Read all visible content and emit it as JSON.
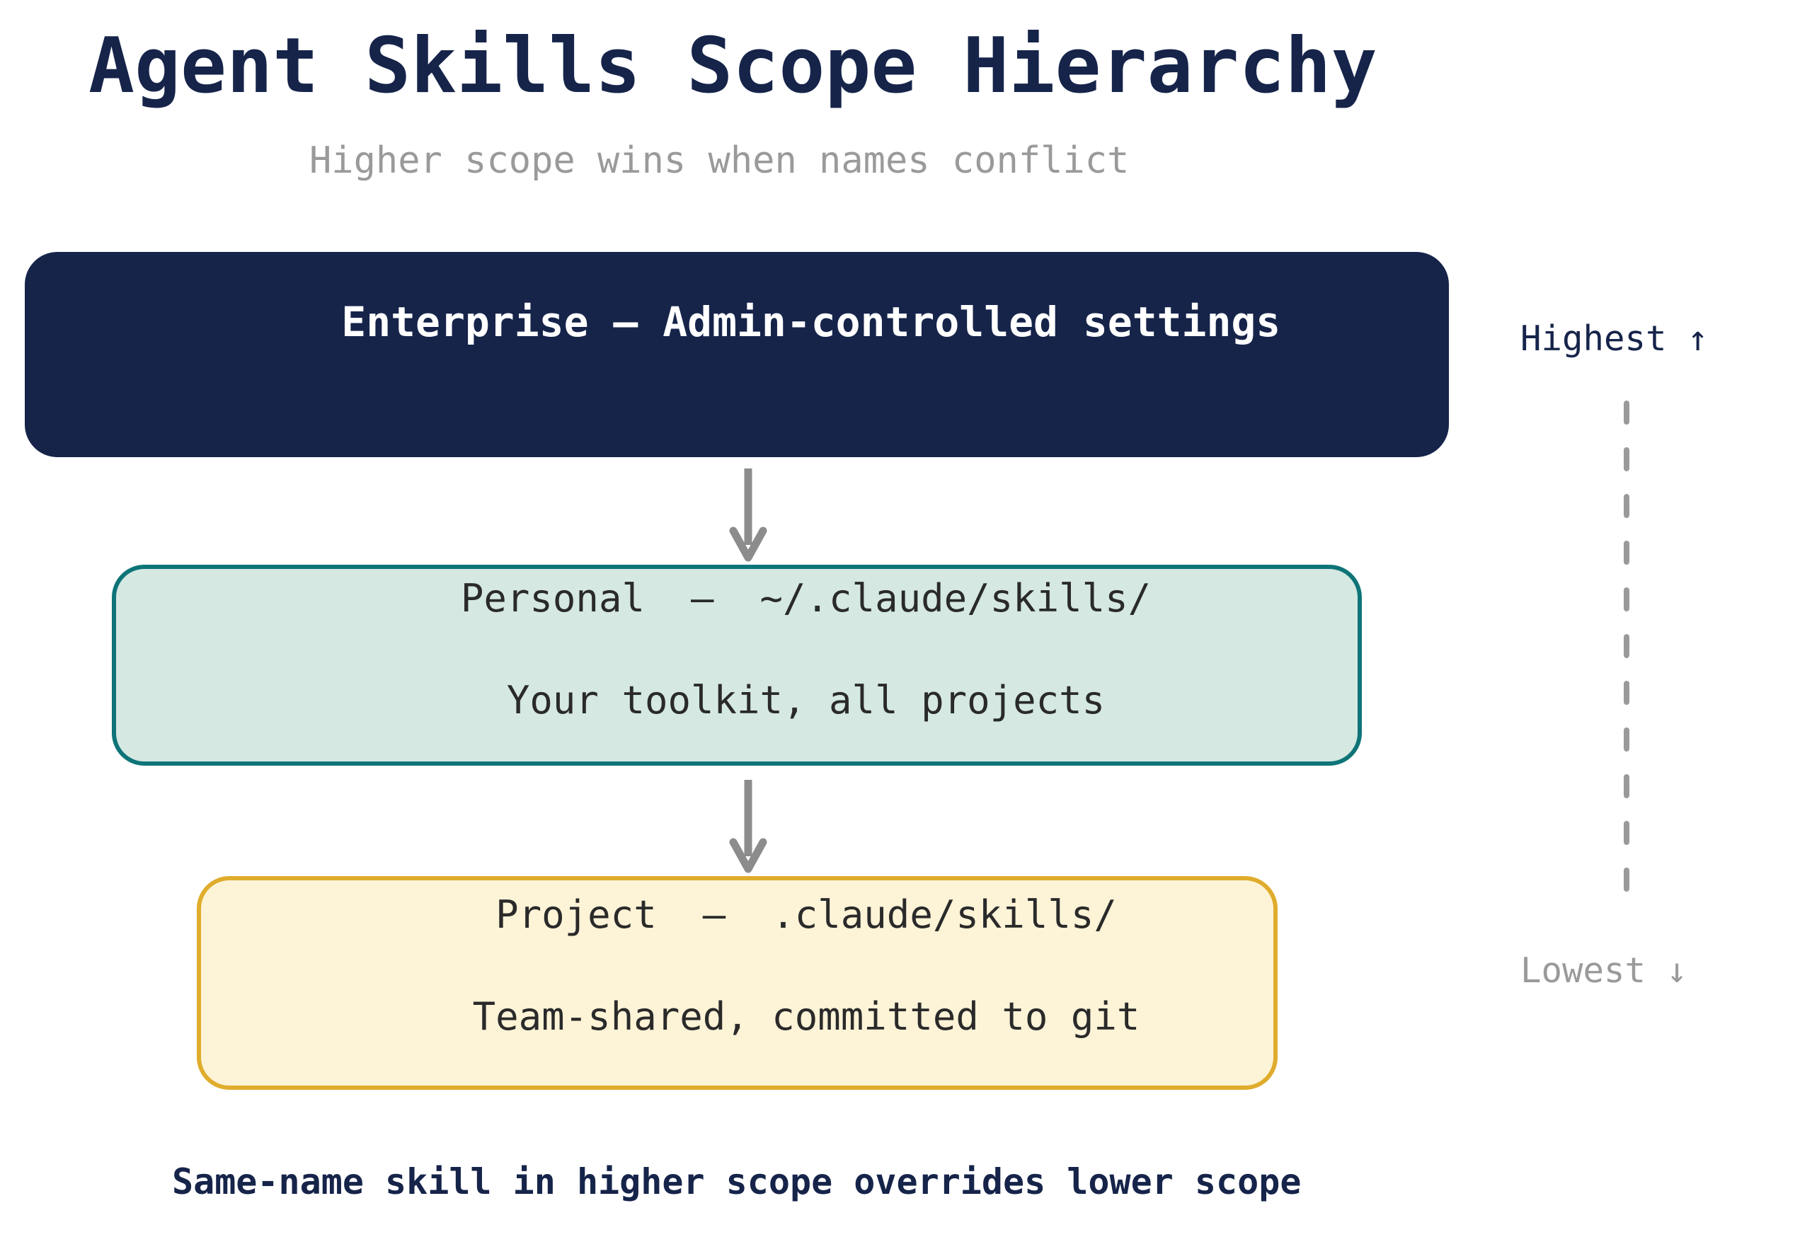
{
  "header": {
    "title": "Agent Skills Scope Hierarchy",
    "subtitle": "Higher scope wins when names conflict"
  },
  "scopes": [
    {
      "id": "enterprise",
      "line1": "Enterprise — Admin-controlled settings",
      "line2": "",
      "fill": "#16244a",
      "border": "#16244a",
      "text_color": "#ffffff"
    },
    {
      "id": "personal",
      "line1": "Personal  —  ~/.claude/skills/",
      "line2": "Your toolkit, all projects",
      "fill": "#d5e8e2",
      "border": "#0e7478",
      "text_color": "#2a2a2a"
    },
    {
      "id": "project",
      "line1": "Project  —  .claude/skills/",
      "line2": "Team-shared, committed to git",
      "fill": "#fdf3d7",
      "border": "#e0ac2c",
      "text_color": "#2a2a2a"
    }
  ],
  "scale": {
    "highest_label": "Highest ↑",
    "lowest_label": "Lowest ↓",
    "highest_color": "#16244a",
    "lowest_color": "#9a9a9a",
    "line_color": "#9a9a9a"
  },
  "arrows": {
    "color": "#8c8c8c",
    "count": 2
  },
  "footer": {
    "note": "Same-name skill in higher scope overrides lower scope"
  }
}
